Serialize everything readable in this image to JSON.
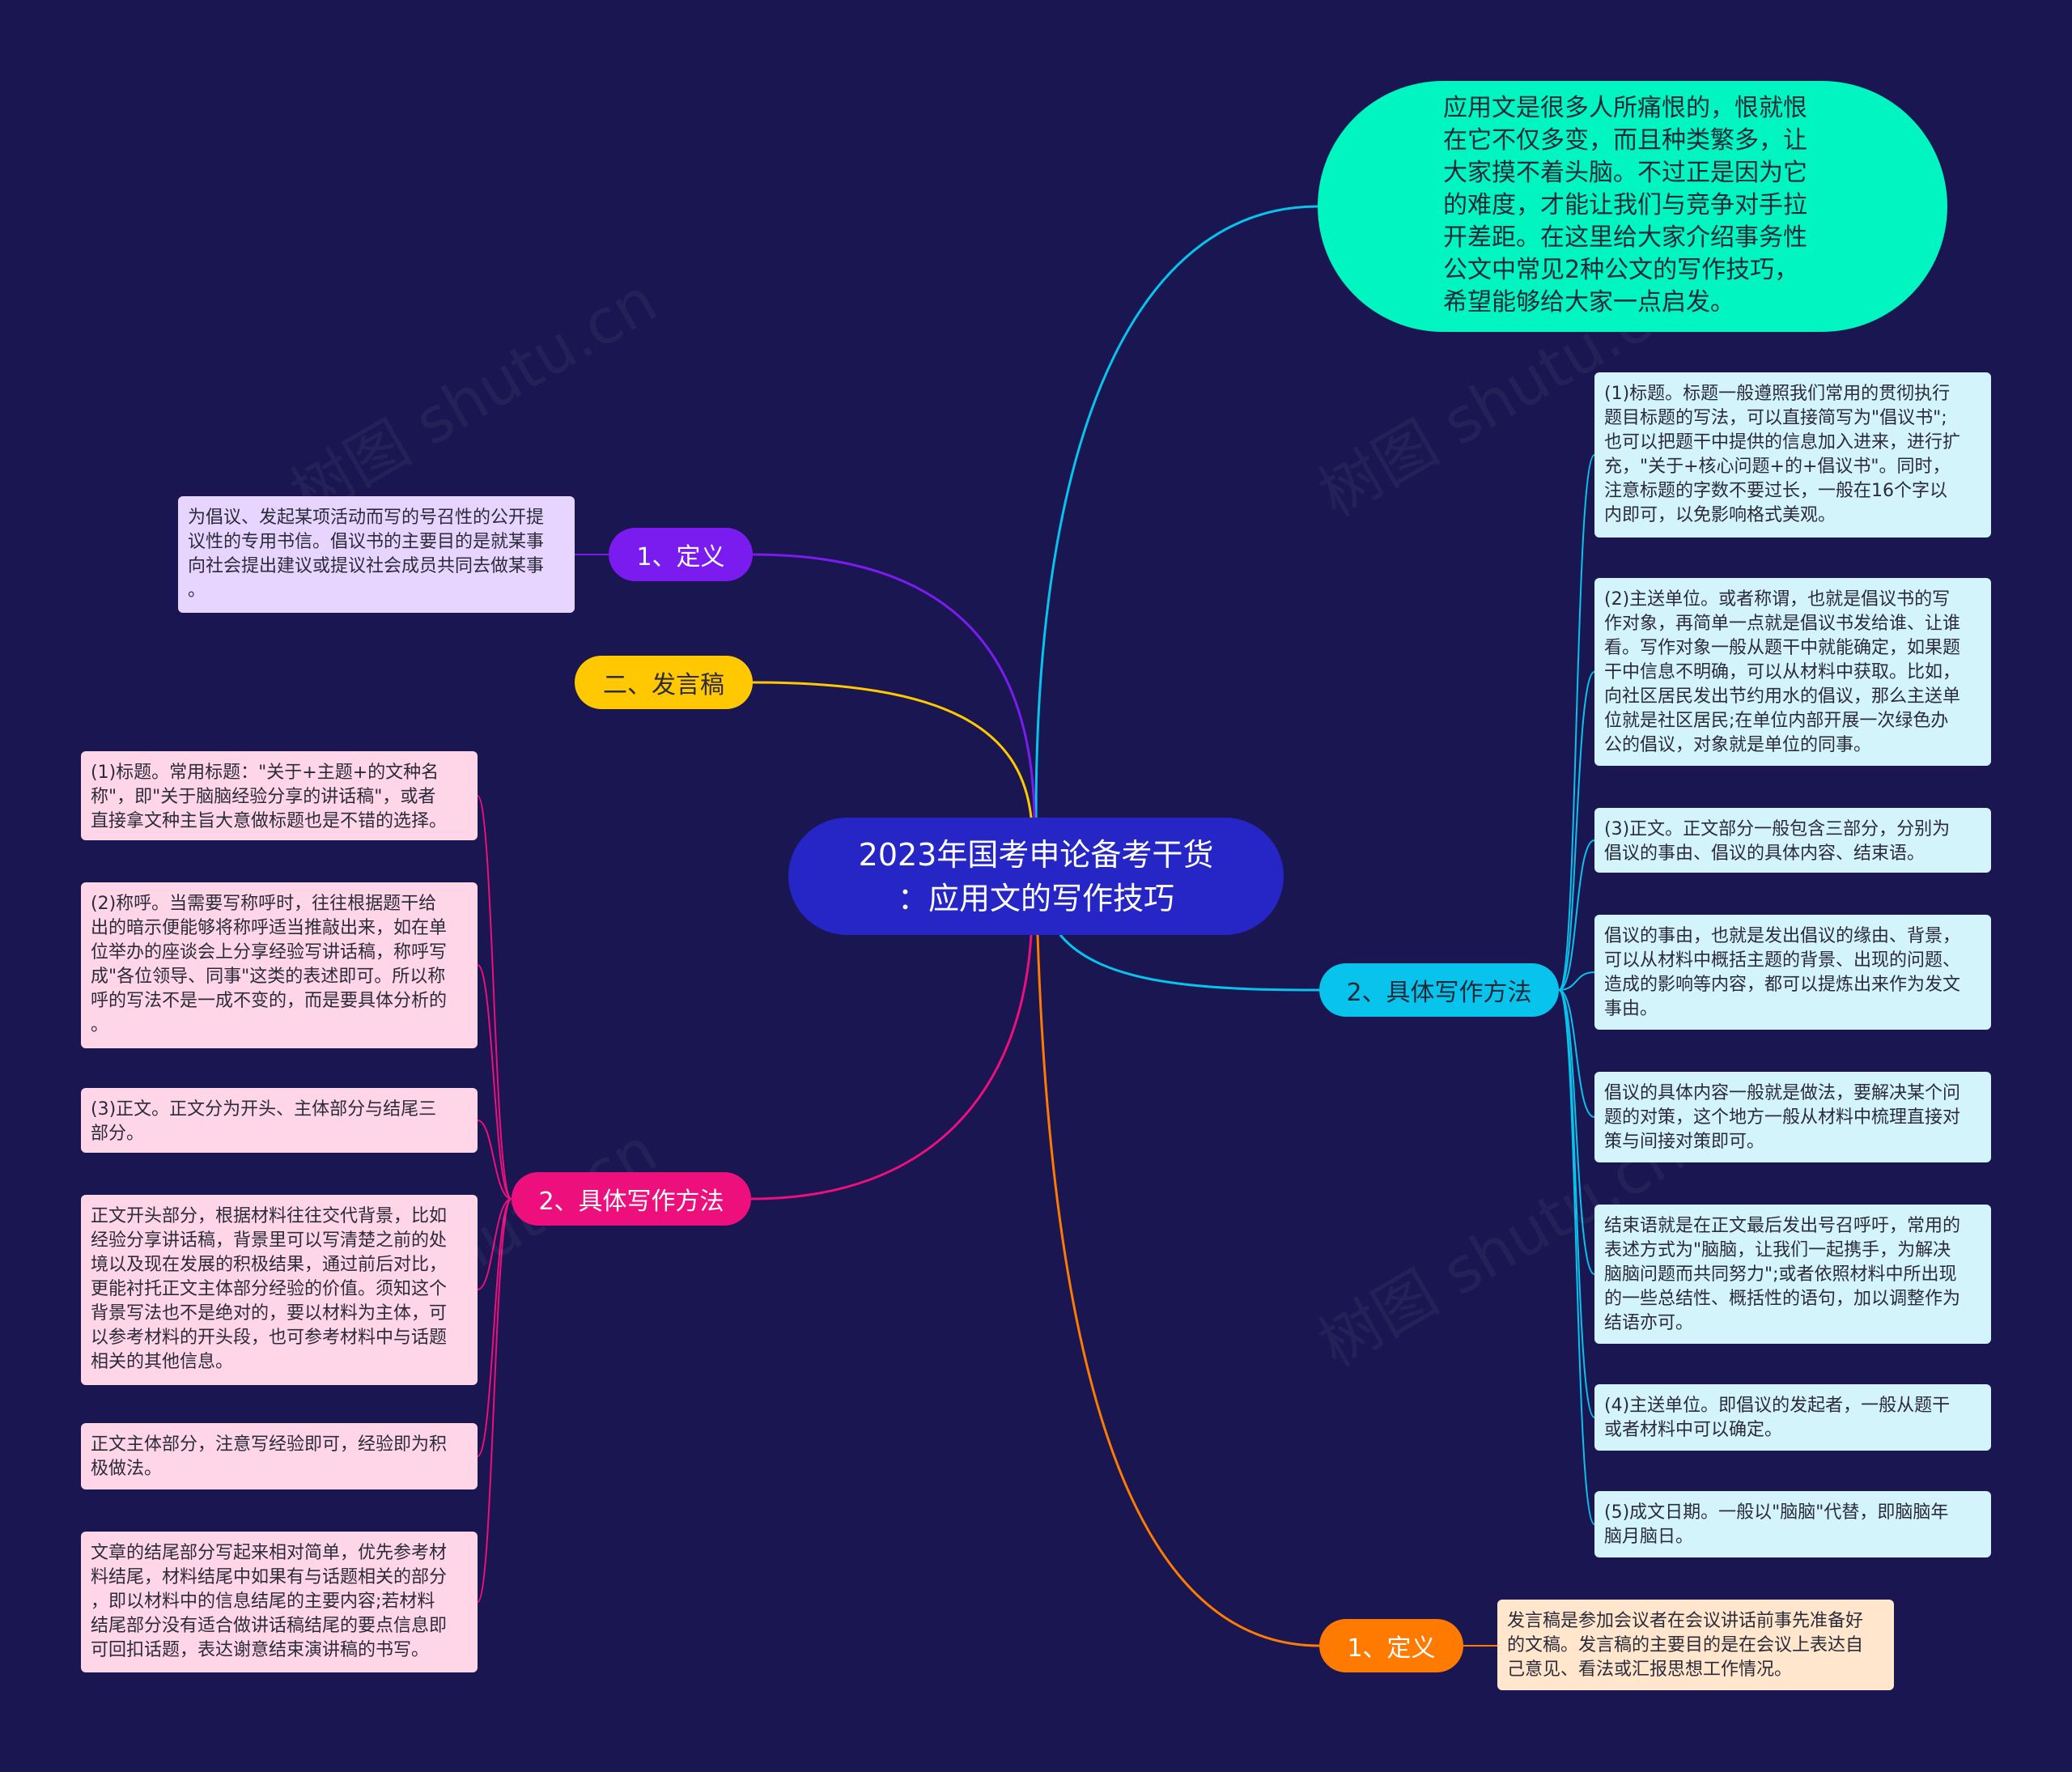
{
  "root": {
    "line1": "2023年国考申论备考干货",
    "line2": "：应用文的写作技巧"
  },
  "intro": "应用文是很多人所痛恨的，恨就恨\n在它不仅多变，而且种类繁多，让\n大家摸不着头脑。不过正是因为它\n的难度，才能让我们与竞争对手拉\n开差距。在这里给大家介绍事务性\n公文中常见2种公文的写作技巧，\n希望能够给大家一点启发。",
  "left": {
    "definition": {
      "label": "1、定义",
      "text": "为倡议、发起某项活动而写的号召性的公开提\n议性的专用书信。倡议书的主要目的是就某事\n向社会提出建议或提议社会成员共同去做某事\n。"
    },
    "speech": {
      "label": "二、发言稿"
    },
    "methods": {
      "label": "2、具体写作方法",
      "items": [
        "(1)标题。常用标题：\"关于+主题+的文种名\n称\"，即\"关于脑脑经验分享的讲话稿\"，或者\n直接拿文种主旨大意做标题也是不错的选择。",
        "(2)称呼。当需要写称呼时，往往根据题干给\n出的暗示便能够将称呼适当推敲出来，如在单\n位举办的座谈会上分享经验写讲话稿，称呼写\n成\"各位领导、同事\"这类的表述即可。所以称\n呼的写法不是一成不变的，而是要具体分析的\n。",
        "(3)正文。正文分为开头、主体部分与结尾三\n部分。",
        "正文开头部分，根据材料往往交代背景，比如\n经验分享讲话稿，背景里可以写清楚之前的处\n境以及现在发展的积极结果，通过前后对比，\n更能衬托正文主体部分经验的价值。须知这个\n背景写法也不是绝对的，要以材料为主体，可\n以参考材料的开头段，也可参考材料中与话题\n相关的其他信息。",
        "正文主体部分，注意写经验即可，经验即为积\n极做法。",
        "文章的结尾部分写起来相对简单，优先参考材\n料结尾，材料结尾中如果有与话题相关的部分\n，即以材料中的信息结尾的主要内容;若材料\n结尾部分没有适合做讲话稿结尾的要点信息即\n可回扣话题，表达谢意结束演讲稿的书写。"
      ]
    }
  },
  "right": {
    "methods": {
      "label": "2、具体写作方法",
      "items": [
        "(1)标题。标题一般遵照我们常用的贯彻执行\n题目标题的写法，可以直接简写为\"倡议书\";\n也可以把题干中提供的信息加入进来，进行扩\n充，\"关于+核心问题+的+倡议书\"。同时，\n注意标题的字数不要过长，一般在16个字以\n内即可，以免影响格式美观。",
        "(2)主送单位。或者称谓，也就是倡议书的写\n作对象，再简单一点就是倡议书发给谁、让谁\n看。写作对象一般从题干中就能确定，如果题\n干中信息不明确，可以从材料中获取。比如，\n向社区居民发出节约用水的倡议，那么主送单\n位就是社区居民;在单位内部开展一次绿色办\n公的倡议，对象就是单位的同事。",
        "(3)正文。正文部分一般包含三部分，分别为\n倡议的事由、倡议的具体内容、结束语。",
        "倡议的事由，也就是发出倡议的缘由、背景，\n可以从材料中概括主题的背景、出现的问题、\n造成的影响等内容，都可以提炼出来作为发文\n事由。",
        "倡议的具体内容一般就是做法，要解决某个问\n题的对策，这个地方一般从材料中梳理直接对\n策与间接对策即可。",
        "结束语就是在正文最后发出号召呼吁，常用的\n表述方式为\"脑脑，让我们一起携手，为解决\n脑脑问题而共同努力\";或者依照材料中所出现\n的一些总结性、概括性的语句，加以调整作为\n结语亦可。",
        "(4)主送单位。即倡议的发起者，一般从题干\n或者材料中可以确定。",
        "(5)成文日期。一般以\"脑脑\"代替，即脑脑年\n脑月脑日。"
      ]
    },
    "definition": {
      "label": "1、定义",
      "text": "发言稿是参加会议者在会议讲话前事先准备好\n的文稿。发言稿的主要目的是在会议上表达自\n己意见、看法或汇报思想工作情况。"
    }
  },
  "watermark": "树图 shutu.cn",
  "colors": {
    "background": "#191651",
    "root": "#2626c6",
    "intro": "#00f5c0",
    "purple": "#7a1cf0",
    "yellow": "#ffc800",
    "pink": "#ec0f7c",
    "cyan": "#08c3ec",
    "orange": "#ff7a00",
    "purple_card": "#e8d5ff",
    "pink_card": "#ffd6e8",
    "cyan_card": "#d3f4fa",
    "orange_card": "#ffe6cc"
  }
}
